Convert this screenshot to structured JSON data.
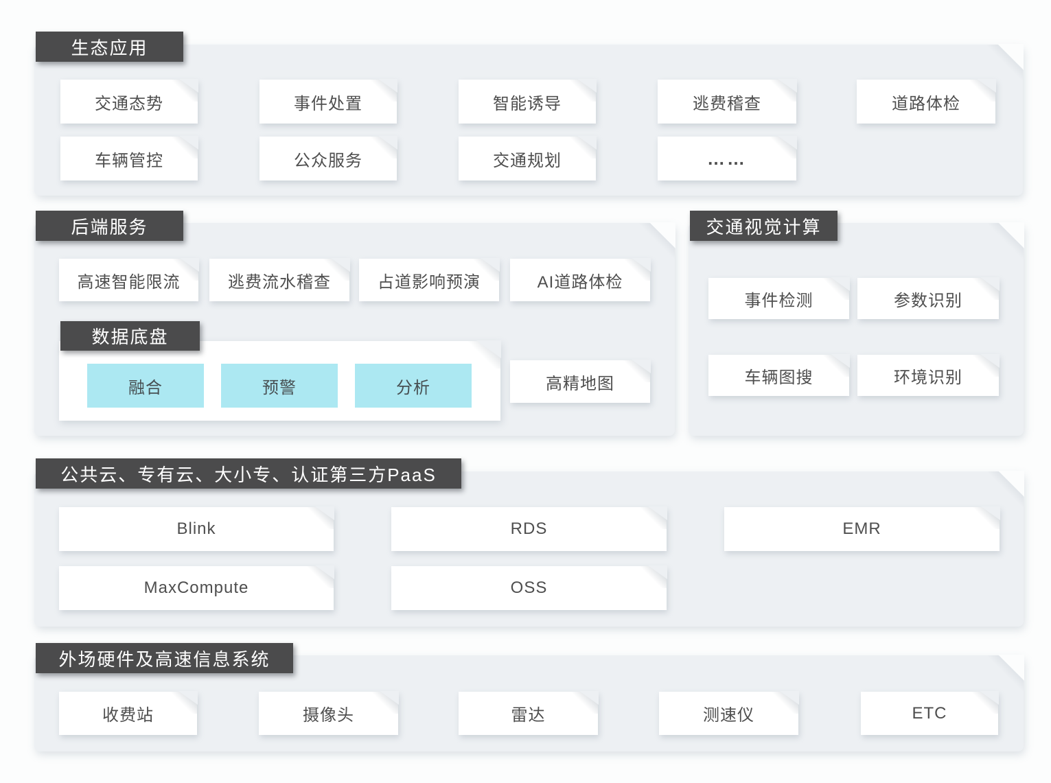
{
  "palette": {
    "page_bg": "#fcfdfd",
    "container_bg": "#edf0f3",
    "tag_bg": "#4b4b4c",
    "tag_text": "#ffffff",
    "card_bg": "#ffffff",
    "card_text": "#4e4e4e",
    "highlight_cyan": "#ace8f2"
  },
  "eco": {
    "title": "生态应用",
    "cards": [
      "交通态势",
      "事件处置",
      "智能诱导",
      "逃费稽查",
      "道路体检",
      "车辆管控",
      "公众服务",
      "交通规划",
      "……"
    ]
  },
  "backend": {
    "title": "后端服务",
    "cards": [
      "高速智能限流",
      "逃费流水稽查",
      "占道影响预演",
      "AI道路体检"
    ],
    "data_chassis": {
      "title": "数据底盘",
      "items": [
        "融合",
        "预警",
        "分析"
      ]
    },
    "map_card": "高精地图"
  },
  "vision": {
    "title": "交通视觉计算",
    "cards": [
      "事件检测",
      "参数识别",
      "车辆图搜",
      "环境识别"
    ]
  },
  "paas": {
    "title": "公共云、专有云、大小专、认证第三方PaaS",
    "cards": [
      "Blink",
      "RDS",
      "EMR",
      "MaxCompute",
      "OSS"
    ]
  },
  "hardware": {
    "title": "外场硬件及高速信息系统",
    "cards": [
      "收费站",
      "摄像头",
      "雷达",
      "测速仪",
      "ETC"
    ]
  }
}
